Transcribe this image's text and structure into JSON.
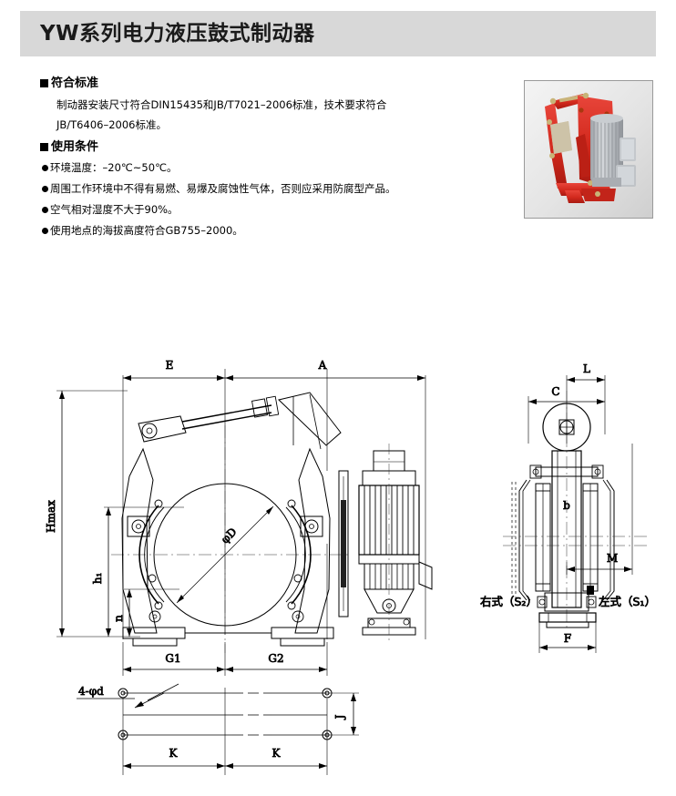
{
  "header": {
    "title": "YW系列电力液压鼓式制动器"
  },
  "sections": [
    {
      "id": "standards",
      "heading": "符合标准",
      "marker": "filled-square",
      "lines": [
        "制动器安装尺寸符合DIN15435和JB/T7021–2006标准，技术要求符合",
        "JB/T6406–2006标准。"
      ]
    },
    {
      "id": "conditions",
      "heading": "使用条件",
      "marker": "filled-square",
      "bullets": [
        "环境温度：–20℃~50℃。",
        "周围工作环境中不得有易燃、易爆及腐蚀性气体，否则应采用防腐型产品。",
        "空气相对湿度不大于90%。",
        "使用地点的海拔高度符合GB755–2000。"
      ]
    }
  ],
  "photo": {
    "name": "product-photo",
    "alt": "YW electro-hydraulic drum brake",
    "body_color": "#d8281e",
    "motor_color": "#b9bcc0",
    "shoe_color": "#c8bfa8"
  },
  "drawing": {
    "front_view": {
      "label": "front-elevation",
      "dimensions": {
        "top_left": "E",
        "top_right": "A",
        "height_overall": "Hmax",
        "height_mid": "h₁",
        "height_small": "n",
        "drum_diameter": "φD",
        "base_left": "G1",
        "base_right": "G2"
      }
    },
    "side_view": {
      "label": "side-elevation",
      "dimensions": {
        "top_outer": "L",
        "top_inner": "C",
        "shoe_width": "b",
        "offset": "M",
        "base_width": "F"
      },
      "variants": {
        "right_hand": "右式（S₂）",
        "left_hand": "左式（S₁）"
      }
    },
    "plan_view": {
      "label": "base-plan",
      "dimensions": {
        "hole_callout": "4-φd",
        "pitch_left": "K",
        "pitch_right": "K",
        "pitch_vertical": "J"
      }
    }
  },
  "colors": {
    "header_band": "#d8d8d8",
    "page_background": "#ffffff",
    "line": "#000000"
  }
}
